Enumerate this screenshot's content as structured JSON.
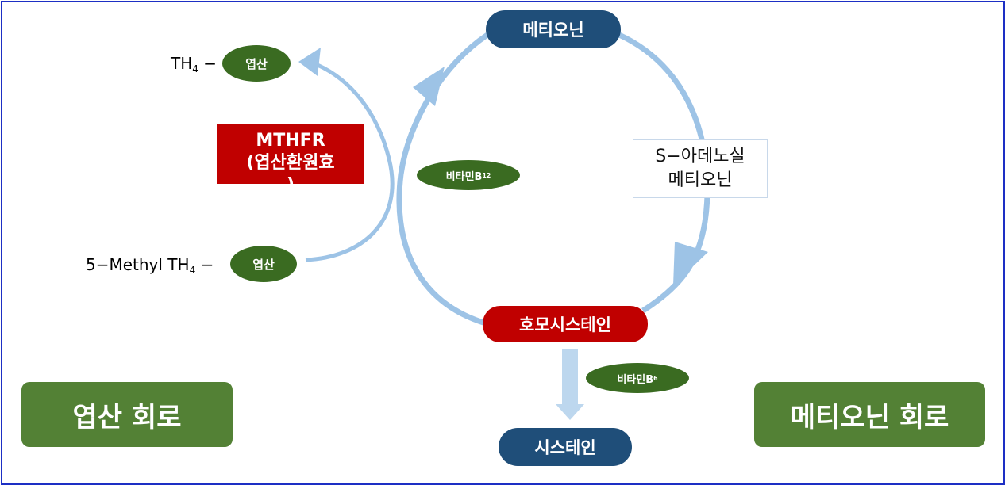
{
  "nodes": {
    "methionine": "메티오닌",
    "homocysteine": "호모시스테인",
    "cysteine": "시스테인",
    "sam_line1": "S−아데노실",
    "sam_line2": "메티오닌",
    "folate_top": "엽산",
    "folate_bottom": "엽산",
    "vitamin_b12_text": "비타민B",
    "vitamin_b12_sub": "12",
    "vitamin_b6_text": "비타민B",
    "vitamin_b6_sub": "6"
  },
  "labels": {
    "th4_prefix": "TH",
    "th4_sub": "4",
    "th4_dash": " −",
    "methyl_prefix": "5−Methyl TH",
    "methyl_sub": "4",
    "methyl_dash": " −"
  },
  "enzyme": {
    "line1": "MTHFR",
    "line2": "(엽산환원효",
    "line3": ")"
  },
  "cycles": {
    "folate_cycle": "엽산 회로",
    "methionine_cycle": "메티오닌 회로"
  },
  "colors": {
    "navy": "#1f4e79",
    "red": "#c00000",
    "dark_green": "#3a6b21",
    "green_box": "#538135",
    "arrow_blue": "#9dc3e6",
    "frame": "#1d2fc4"
  }
}
